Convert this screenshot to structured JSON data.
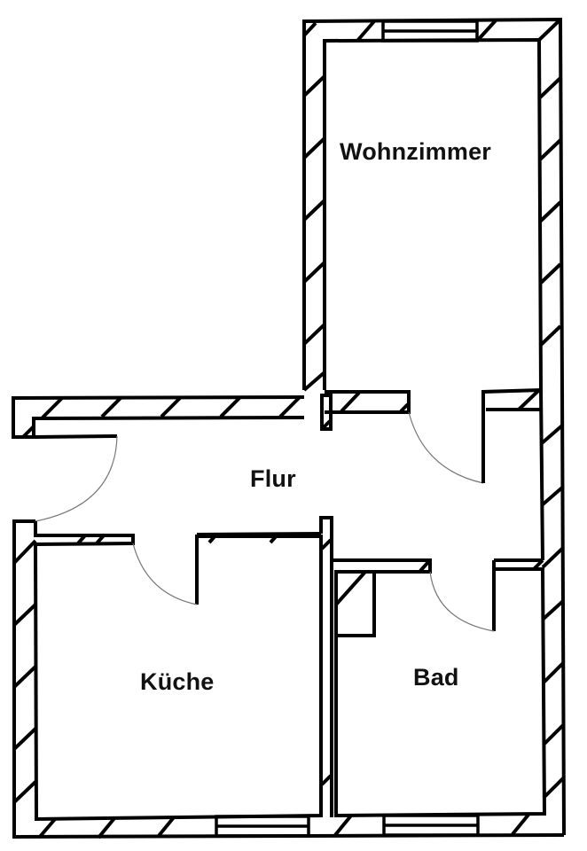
{
  "plan": {
    "rooms": [
      {
        "id": "wohnzimmer",
        "label": "Wohnzimmer"
      },
      {
        "id": "flur",
        "label": "Flur"
      },
      {
        "id": "kueche",
        "label": "Küche"
      },
      {
        "id": "bad",
        "label": "Bad"
      }
    ],
    "colors": {
      "wall": "#000000",
      "door_swing": "#777777",
      "background": "#ffffff"
    }
  }
}
